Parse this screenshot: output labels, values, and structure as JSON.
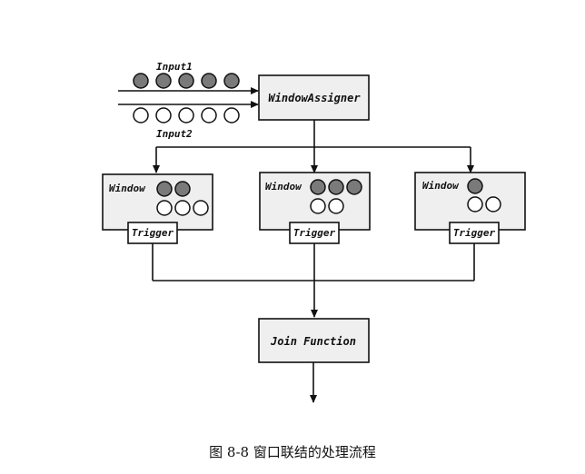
{
  "inputs": [
    {
      "label": "Input1",
      "type": "dark",
      "count": 5
    },
    {
      "label": "Input2",
      "type": "light",
      "count": 5
    }
  ],
  "assigner": {
    "label": "WindowAssigner"
  },
  "windows": [
    {
      "label": "Window",
      "dark": 2,
      "light": 3,
      "trigger": "Trigger"
    },
    {
      "label": "Window",
      "dark": 3,
      "light": 2,
      "trigger": "Trigger"
    },
    {
      "label": "Window",
      "dark": 1,
      "light": 2,
      "trigger": "Trigger"
    }
  ],
  "join": {
    "label": "Join Function"
  },
  "caption": "图 8-8 窗口联结的处理流程",
  "colors": {
    "dark_dot": "#7a7a7a",
    "box_fill": "#efefef",
    "stroke": "#111111"
  }
}
